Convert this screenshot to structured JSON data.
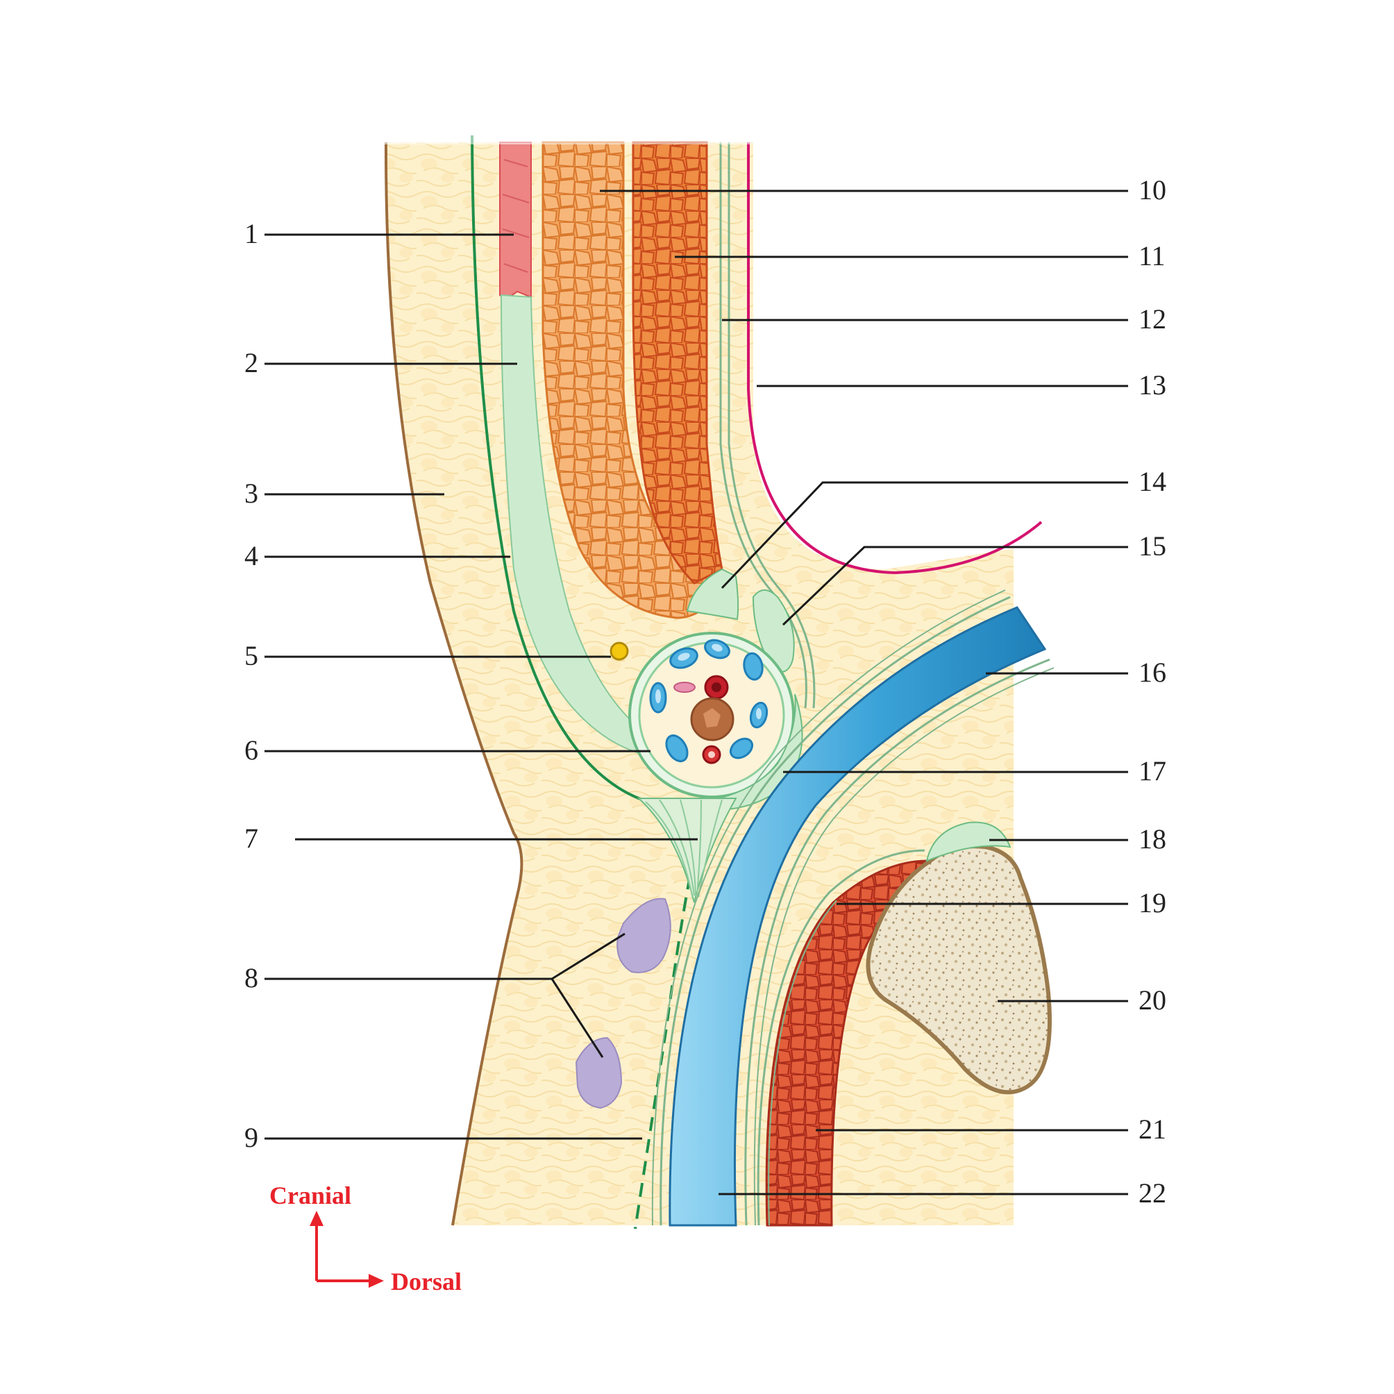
{
  "colors": {
    "fat": "#fdf0c8",
    "fat_cells": "#fbe3a8",
    "skin_line": "#9c6b3c",
    "fascia_green": "#1f8f4a",
    "fascia_fill": "#cdeccf",
    "muscle_orange": "#f0a35a",
    "muscle_deep": "#e9762a",
    "muscle_red": "#d9482d",
    "muscle_pink": "#e87f7f",
    "peritoneum": "#d4136e",
    "vessel_blue": "#3ba3d8",
    "bone": "#efe7d3",
    "bone_border": "#9a7a4c",
    "node_violet": "#b9acd6",
    "orientation_red": "#e8222a"
  },
  "labels": {
    "left": [
      "1",
      "2",
      "3",
      "4",
      "5",
      "6",
      "7",
      "8",
      "9"
    ],
    "right": [
      "10",
      "11",
      "12",
      "13",
      "14",
      "15",
      "16",
      "17",
      "18",
      "19",
      "20",
      "21",
      "22"
    ]
  },
  "orientation": {
    "up": "Cranial",
    "right": "Dorsal"
  }
}
